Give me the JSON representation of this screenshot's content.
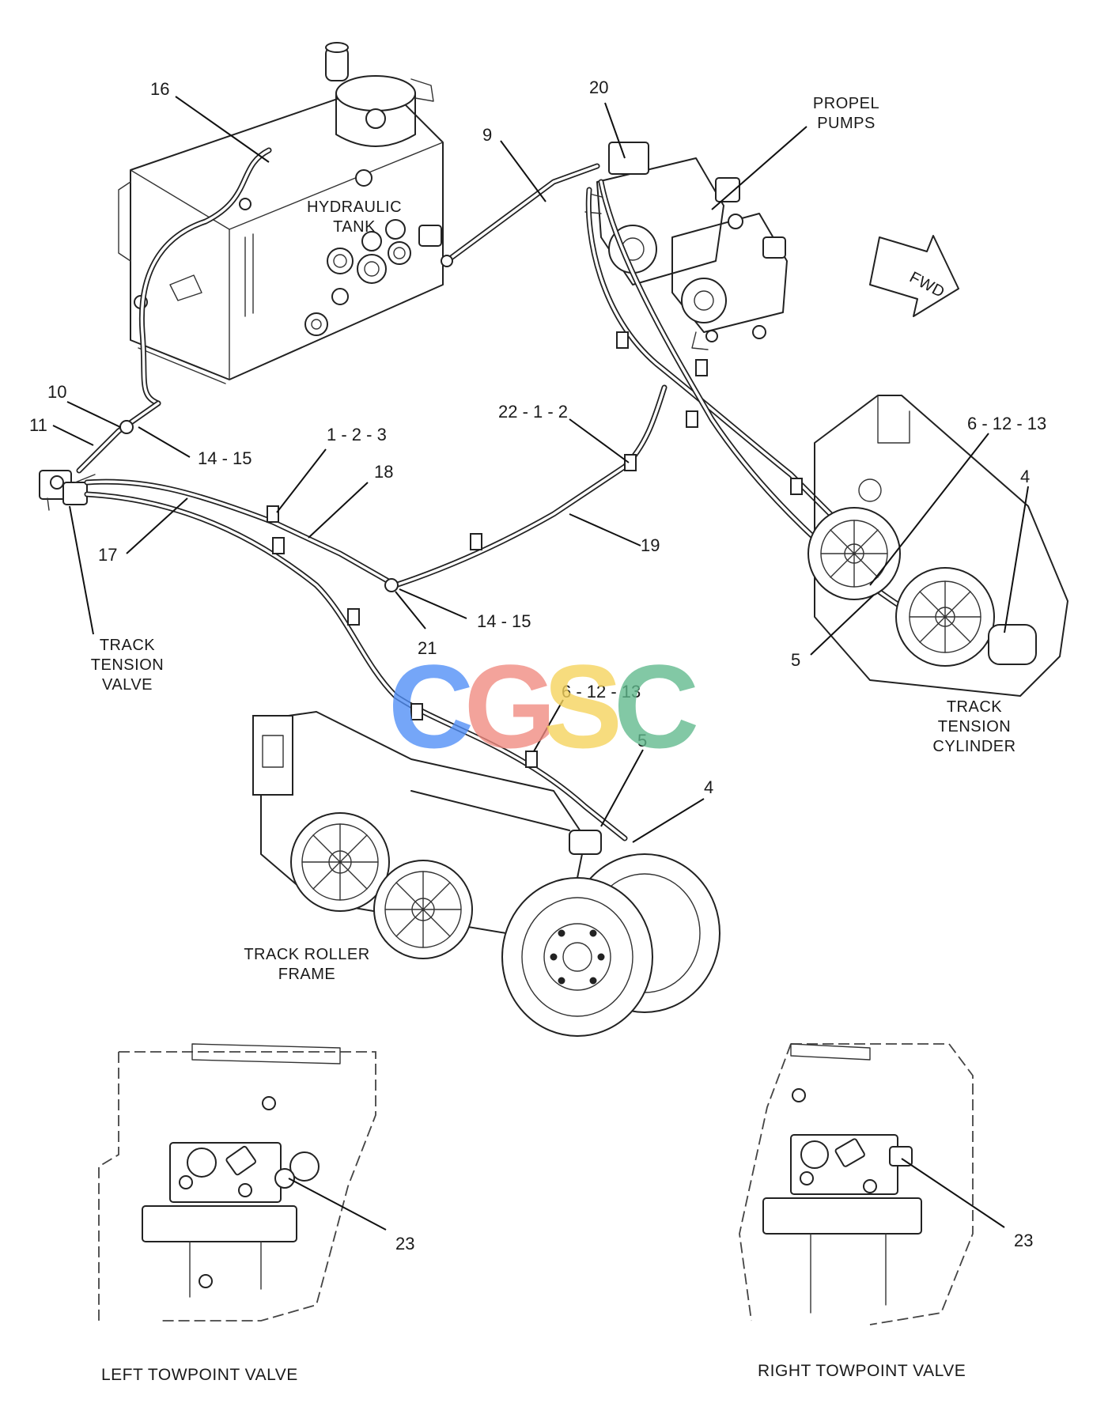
{
  "component_labels": {
    "hydraulic_tank": [
      "HYDRAULIC",
      "TANK"
    ],
    "propel_pumps": [
      "PROPEL",
      "PUMPS"
    ],
    "fwd_arrow": "FWD",
    "track_tension_valve": [
      "TRACK",
      "TENSION",
      "VALVE"
    ],
    "track_tension_cylinder": [
      "TRACK",
      "TENSION",
      "CYLINDER"
    ],
    "track_roller_frame": [
      "TRACK ROLLER",
      "FRAME"
    ]
  },
  "callouts": {
    "c16": "16",
    "c20": "20",
    "c9": "9",
    "c10": "10",
    "c11": "11",
    "c14_15_upper": "14 - 15",
    "c1_2_3": "1 - 2 - 3",
    "c18": "18",
    "c22_1_2": "22 - 1 - 2",
    "c6_12_13_right": "6 - 12 - 13",
    "c4_right": "4",
    "c17": "17",
    "c19": "19",
    "c14_15_lower": "14 - 15",
    "c21": "21",
    "c5_right": "5",
    "c6_12_13_center": "6 - 12 - 13",
    "c5_center": "5",
    "c4_center": "4",
    "c23_left": "23",
    "c23_right": "23"
  },
  "captions": {
    "left_towpoint": "LEFT TOWPOINT VALVE",
    "right_towpoint": "RIGHT TOWPOINT VALVE"
  },
  "watermark": {
    "letters": [
      "C",
      "G",
      "S",
      "C"
    ],
    "colors": [
      "#4f8ef7",
      "#f08a80",
      "#f6d35a",
      "#5fb98c"
    ]
  }
}
